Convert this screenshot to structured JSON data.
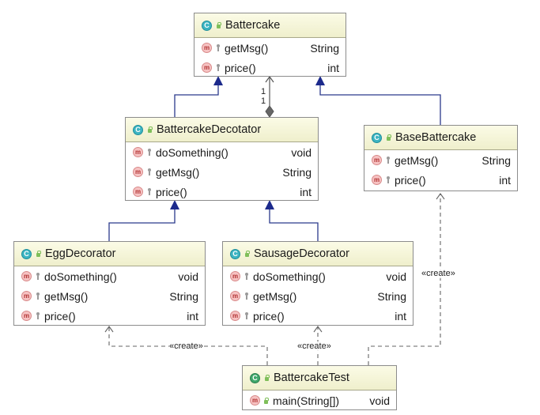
{
  "classes": {
    "battercake": {
      "name": "Battercake",
      "methods": [
        {
          "name": "getMsg()",
          "type": "String"
        },
        {
          "name": "price()",
          "type": "int"
        }
      ]
    },
    "decorator": {
      "name": "BattercakeDecotator",
      "methods": [
        {
          "name": "doSomething()",
          "type": "void"
        },
        {
          "name": "getMsg()",
          "type": "String"
        },
        {
          "name": "price()",
          "type": "int"
        }
      ]
    },
    "base": {
      "name": "BaseBattercake",
      "methods": [
        {
          "name": "getMsg()",
          "type": "String"
        },
        {
          "name": "price()",
          "type": "int"
        }
      ]
    },
    "egg": {
      "name": "EggDecorator",
      "methods": [
        {
          "name": "doSomething()",
          "type": "void"
        },
        {
          "name": "getMsg()",
          "type": "String"
        },
        {
          "name": "price()",
          "type": "int"
        }
      ]
    },
    "sausage": {
      "name": "SausageDecorator",
      "methods": [
        {
          "name": "doSomething()",
          "type": "void"
        },
        {
          "name": "getMsg()",
          "type": "String"
        },
        {
          "name": "price()",
          "type": "int"
        }
      ]
    },
    "test": {
      "name": "BattercakeTest",
      "methods": [
        {
          "name": "main(String[])",
          "type": "void"
        }
      ]
    }
  },
  "edge_labels": {
    "create_egg": "«create»",
    "create_sausage": "«create»",
    "create_base": "«create»",
    "mult_top": "1",
    "mult_bottom": "1"
  },
  "icons": {
    "class_icon": "C",
    "method_icon": "m"
  },
  "colors": {
    "header_bg": "#f3f3d6",
    "arrow_blue": "#1c2a8c",
    "line_dark": "#2b3a8c"
  }
}
